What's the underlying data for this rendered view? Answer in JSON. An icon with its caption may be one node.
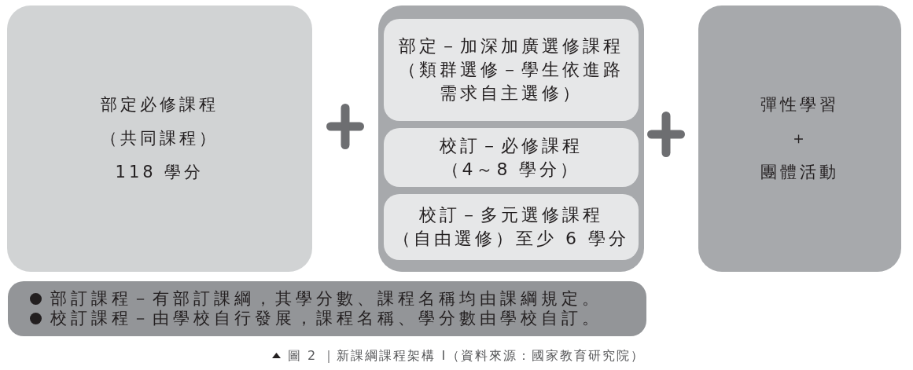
{
  "diagram": {
    "caption": "圖 2 ｜新課綱課程架構 I（資料來源：國家教育研究院）",
    "nodes": [
      {
        "text": [
          "部定必修課程",
          "（共同課程）",
          "118 學分"
        ]
      },
      {
        "text": [],
        "shape": "box"
      },
      {
        "text": [
          "部定－加深加廣選修課程",
          "（類群選修－學生依進路需求自主選修）"
        ],
        "in": 1
      },
      {
        "text": [
          "校訂－必修課程",
          "（4～8 學分）"
        ],
        "in": 1
      },
      {
        "text": [
          "校訂－多元選修課程",
          "（自由選修）至少 6 學分"
        ],
        "in": 1
      },
      {
        "text": [
          "彈性學習",
          "＋",
          "團體活動"
        ]
      },
      {
        "text": [
          "部訂課程－有部訂課綱，其學分數、課程名稱均由課綱規定。",
          "校訂課程－由學校自行發展，課程名稱、學分數由學校自訂。"
        ]
      }
    ]
  }
}
